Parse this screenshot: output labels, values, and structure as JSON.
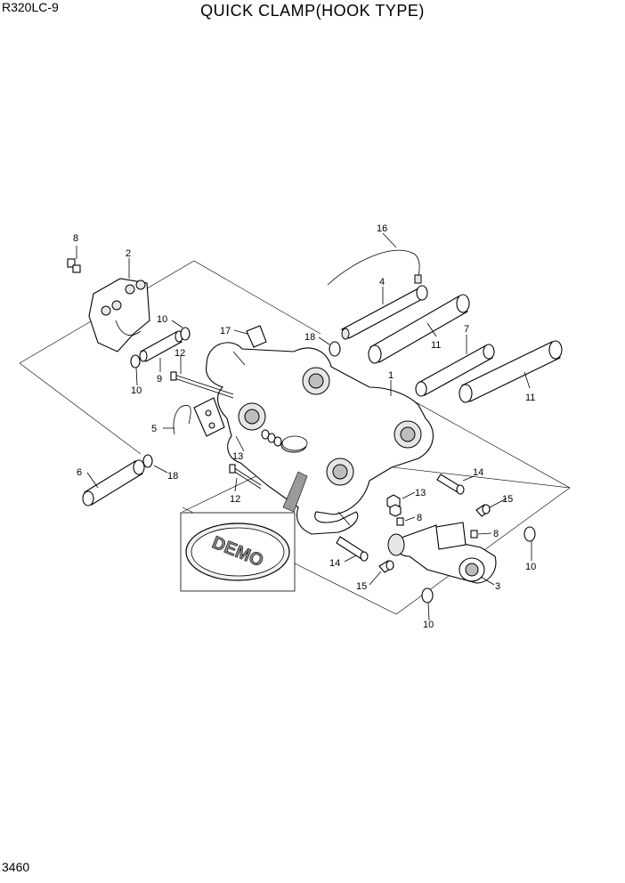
{
  "header": {
    "model": "R320LC-9",
    "title": "QUICK CLAMP(HOOK TYPE)"
  },
  "footer": {
    "page_number": "3460"
  },
  "logo": {
    "text": "DEMO"
  },
  "callouts": [
    "1",
    "2",
    "3",
    "4",
    "5",
    "6",
    "7",
    "8",
    "8",
    "8",
    "9",
    "10",
    "10",
    "10",
    "10",
    "11",
    "11",
    "12",
    "12",
    "13",
    "13",
    "14",
    "14",
    "15",
    "15",
    "16",
    "17",
    "18",
    "18"
  ]
}
